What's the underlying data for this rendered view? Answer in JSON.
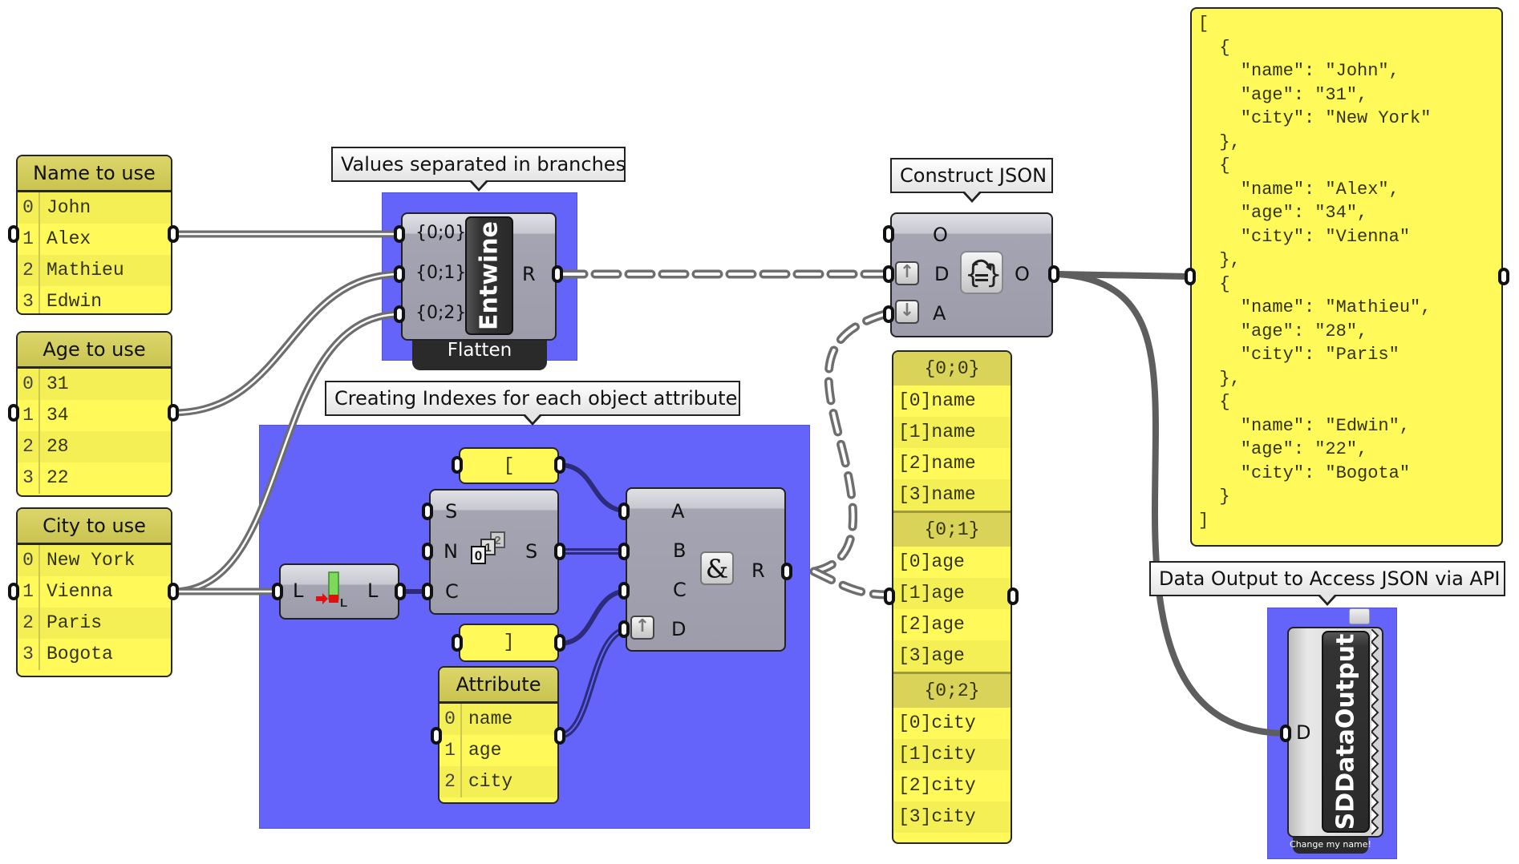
{
  "canvas": {
    "group_color": "#6464fa",
    "panel_color": "#fff959"
  },
  "panels": {
    "name": {
      "title": "Name to use",
      "items": [
        {
          "index": "0",
          "value": "John"
        },
        {
          "index": "1",
          "value": "Alex"
        },
        {
          "index": "2",
          "value": "Mathieu"
        },
        {
          "index": "3",
          "value": "Edwin"
        }
      ]
    },
    "age": {
      "title": "Age to use",
      "items": [
        {
          "index": "0",
          "value": "31"
        },
        {
          "index": "1",
          "value": "34"
        },
        {
          "index": "2",
          "value": "28"
        },
        {
          "index": "3",
          "value": "22"
        }
      ]
    },
    "city": {
      "title": "City to use",
      "items": [
        {
          "index": "0",
          "value": "New York"
        },
        {
          "index": "1",
          "value": "Vienna"
        },
        {
          "index": "2",
          "value": "Paris"
        },
        {
          "index": "3",
          "value": "Bogota"
        }
      ]
    },
    "attribute": {
      "title": "Attribute",
      "items": [
        {
          "index": "0",
          "value": "name"
        },
        {
          "index": "1",
          "value": "age"
        },
        {
          "index": "2",
          "value": "city"
        }
      ]
    },
    "open_bracket": {
      "value": "["
    },
    "close_bracket": {
      "value": "]"
    }
  },
  "bubbles": {
    "entwine": "Values separated in branches",
    "indexes": "Creating Indexes for each object attribute",
    "construct": "Construct JSON",
    "output": "Data Output to Access JSON via API"
  },
  "entwine": {
    "name": "Entwine",
    "inputs": [
      "{0;0}",
      "{0;1}",
      "{0;2}"
    ],
    "output": "R",
    "flag": "Flatten"
  },
  "list_length": {
    "input": "L",
    "output": "L",
    "icon": "list-length-icon"
  },
  "series": {
    "inputs": [
      "S",
      "N",
      "C"
    ],
    "output": "S",
    "icon": "series-icon"
  },
  "concat": {
    "inputs": [
      "A",
      "B",
      "C",
      "D"
    ],
    "output": "R",
    "icon": "&"
  },
  "construct_json": {
    "inputs": [
      "O",
      "D",
      "A"
    ],
    "output": "O",
    "icon": "json-construct-icon"
  },
  "branch_panel": {
    "branches": [
      {
        "path": "{0;0}",
        "items": [
          "[0]name",
          "[1]name",
          "[2]name",
          "[3]name"
        ]
      },
      {
        "path": "{0;1}",
        "items": [
          "[0]age",
          "[1]age",
          "[2]age",
          "[3]age"
        ]
      },
      {
        "path": "{0;2}",
        "items": [
          "[0]city",
          "[1]city",
          "[2]city",
          "[3]city"
        ]
      }
    ]
  },
  "json_output": {
    "text": "[\n  {\n    \"name\": \"John\",\n    \"age\": \"31\",\n    \"city\": \"New York\"\n  },\n  {\n    \"name\": \"Alex\",\n    \"age\": \"34\",\n    \"city\": \"Vienna\"\n  },\n  {\n    \"name\": \"Mathieu\",\n    \"age\": \"28\",\n    \"city\": \"Paris\"\n  },\n  {\n    \"name\": \"Edwin\",\n    \"age\": \"22\",\n    \"city\": \"Bogota\"\n  }\n]"
  },
  "sd_output": {
    "name": "SDDataOutput",
    "input": "D",
    "nickname": "Change my name!"
  }
}
